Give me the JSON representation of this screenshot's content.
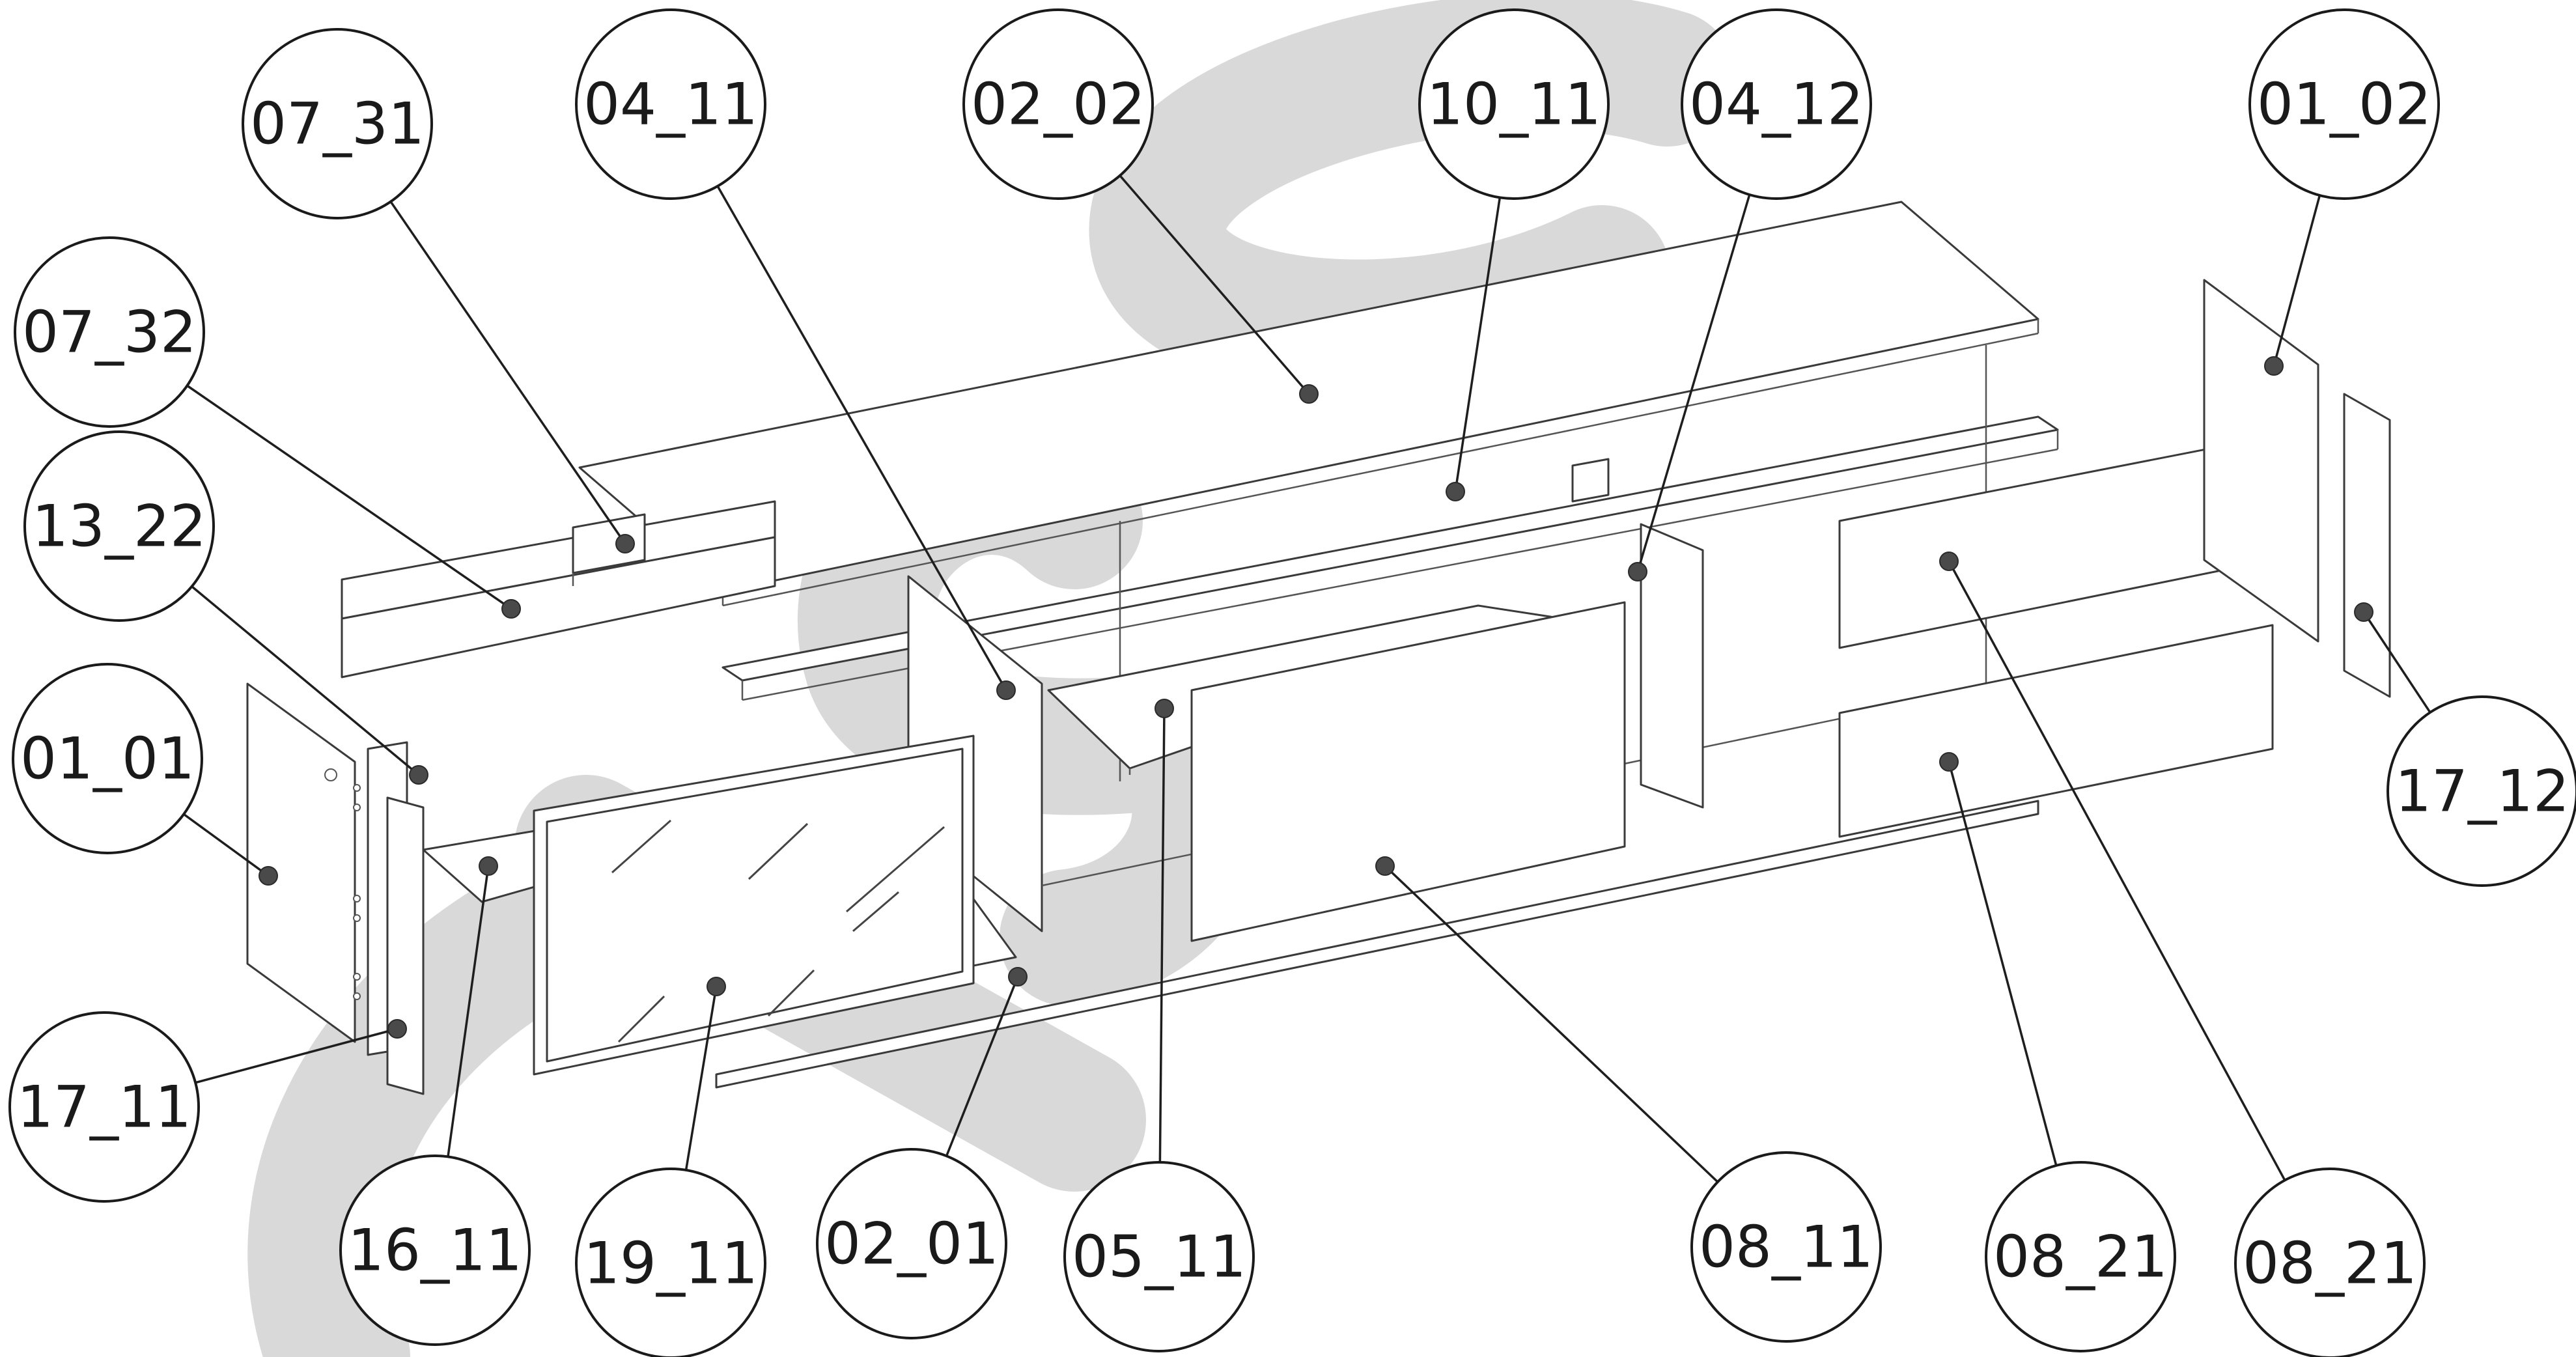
{
  "callouts": [
    {
      "id": "07_31",
      "label": "07_31"
    },
    {
      "id": "04_11",
      "label": "04_11"
    },
    {
      "id": "02_02",
      "label": "02_02"
    },
    {
      "id": "10_11",
      "label": "10_11"
    },
    {
      "id": "04_12",
      "label": "04_12"
    },
    {
      "id": "01_02",
      "label": "01_02"
    },
    {
      "id": "07_32",
      "label": "07_32"
    },
    {
      "id": "13_22",
      "label": "13_22"
    },
    {
      "id": "01_01",
      "label": "01_01"
    },
    {
      "id": "17_12",
      "label": "17_12"
    },
    {
      "id": "17_11",
      "label": "17_11"
    },
    {
      "id": "16_11",
      "label": "16_11"
    },
    {
      "id": "19_11",
      "label": "19_11"
    },
    {
      "id": "02_01",
      "label": "02_01"
    },
    {
      "id": "05_11",
      "label": "05_11"
    },
    {
      "id": "08_11",
      "label": "08_11"
    },
    {
      "id": "08_21_lower",
      "label": "08_21"
    },
    {
      "id": "08_21_upper",
      "label": "08_21"
    }
  ],
  "colors": {
    "line": "#3a3a3a",
    "watermark": "#d9d9d9",
    "bubble_stroke": "#1a1a1a",
    "background": "#ffffff"
  }
}
